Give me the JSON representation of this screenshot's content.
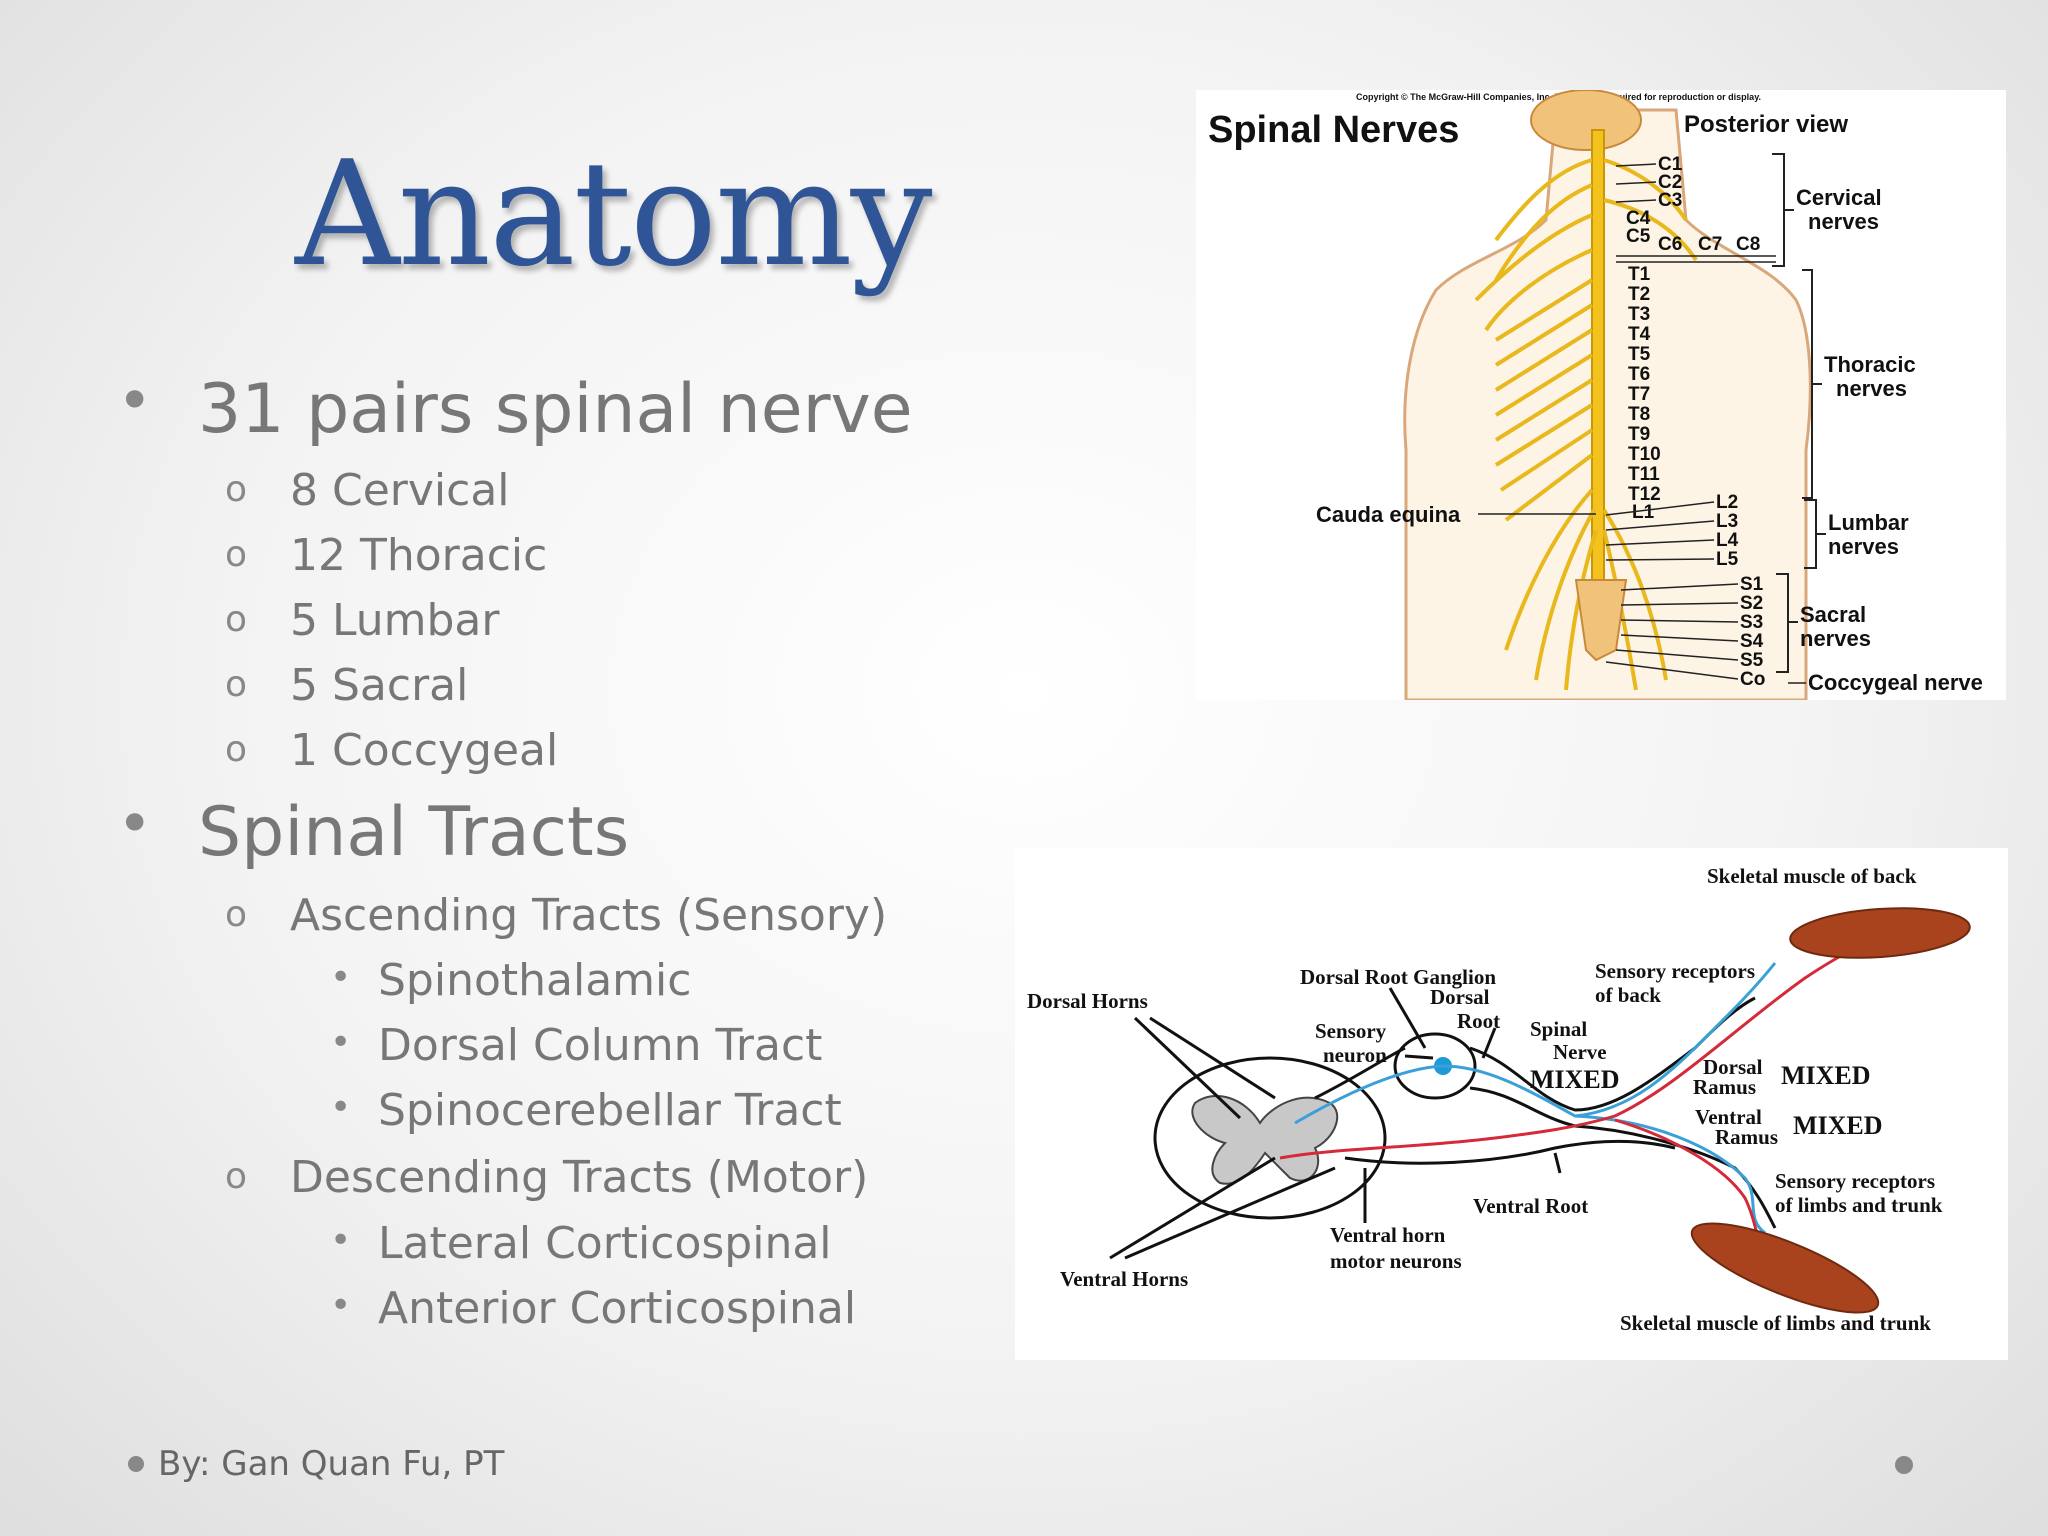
{
  "slide": {
    "title": "Anatomy",
    "footer": "By: Gan Quan Fu, PT"
  },
  "bullets": [
    {
      "level": 1,
      "text": "31 pairs spinal nerve"
    },
    {
      "level": 2,
      "text": "8 Cervical"
    },
    {
      "level": 2,
      "text": "12 Thoracic"
    },
    {
      "level": 2,
      "text": "5 Lumbar"
    },
    {
      "level": 2,
      "text": "5 Sacral"
    },
    {
      "level": 2,
      "text": "1 Coccygeal"
    },
    {
      "level": 1,
      "text": "Spinal Tracts"
    },
    {
      "level": 2,
      "text": "Ascending Tracts (Sensory)"
    },
    {
      "level": 3,
      "text": "Spinothalamic"
    },
    {
      "level": 3,
      "text": "Dorsal Column Tract"
    },
    {
      "level": 3,
      "text": "Spinocerebellar Tract"
    },
    {
      "level": 2,
      "text": "Descending Tracts (Motor)"
    },
    {
      "level": 3,
      "text": "Lateral Corticospinal"
    },
    {
      "level": 3,
      "text": "Anterior Corticospinal"
    }
  ],
  "markers": {
    "level1": "•",
    "level2": "o",
    "level3": "•"
  },
  "figure_spinal": {
    "copyright": "Copyright © The McGraw-Hill Companies, Inc. Permission required for reproduction or display.",
    "title": "Spinal  Nerves",
    "view": "Posterior view",
    "cervical_levels": [
      "C1",
      "C2",
      "C3",
      "C4",
      "C5"
    ],
    "cervical_low": [
      "C6",
      "C7",
      "C8"
    ],
    "thoracic_levels": [
      "T1",
      "T2",
      "T3",
      "T4",
      "T5",
      "T6",
      "T7",
      "T8",
      "T9",
      "T10",
      "T11",
      "T12",
      "L1"
    ],
    "lumbar_levels": [
      "L2",
      "L3",
      "L4",
      "L5"
    ],
    "sacral_levels": [
      "S1",
      "S2",
      "S3",
      "S4",
      "S5",
      "Co"
    ],
    "cervical_label": [
      "Cervical",
      "nerves"
    ],
    "thoracic_label": [
      "Thoracic",
      "nerves"
    ],
    "lumbar_label": [
      "Lumbar",
      "nerves"
    ],
    "sacral_label": [
      "Sacral",
      "nerves"
    ],
    "coccygeal_label": "Coccygeal nerve",
    "cauda_label": "Cauda equina",
    "nerve_color": "#e8b81c"
  },
  "figure_reflex": {
    "skeletal_back": "Skeletal muscle of back",
    "skeletal_limbs": "Skeletal muscle of limbs and trunk",
    "dorsal_root_ganglion": "Dorsal Root Ganglion",
    "dorsal_horns": "Dorsal Horns",
    "dorsal_root": [
      "Dorsal",
      "Root"
    ],
    "sensory_neuron": [
      "Sensory",
      "neuron"
    ],
    "spinal_nerve": [
      "Spinal",
      "Nerve",
      "MIXED"
    ],
    "sensory_receptors_back": [
      "Sensory receptors",
      "of back"
    ],
    "dorsal_ramus": [
      "Dorsal",
      "Ramus",
      "MIXED"
    ],
    "ventral_ramus": [
      "Ventral",
      "Ramus",
      "MIXED"
    ],
    "sensory_receptors_limbs": [
      "Sensory receptors",
      "of limbs and trunk"
    ],
    "ventral_root": "Ventral Root",
    "ventral_horn_motor": [
      "Ventral horn",
      "motor neurons"
    ],
    "ventral_horns": "Ventral Horns",
    "sensory_color": "#3aa0d8",
    "motor_color": "#d42a3a",
    "muscle_color": "#a8431e"
  }
}
